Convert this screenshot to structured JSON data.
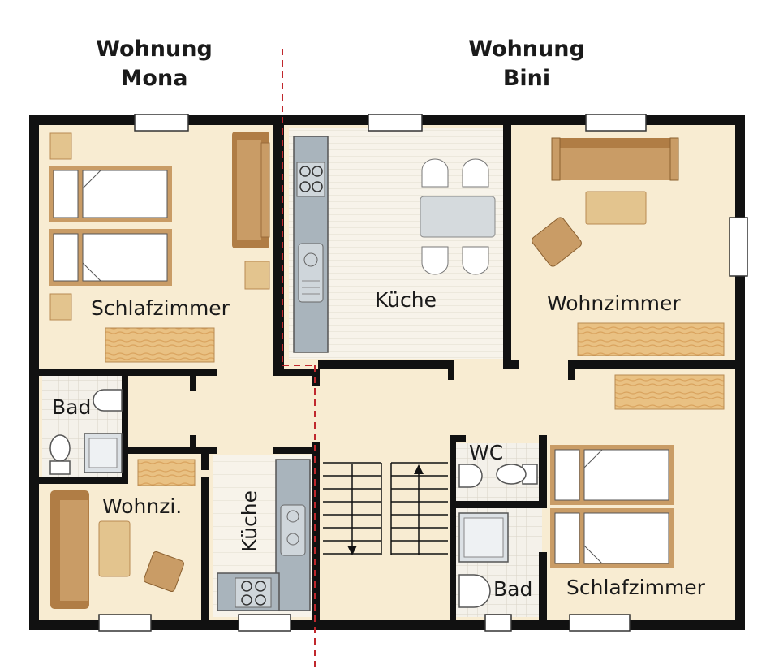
{
  "apartments": {
    "left": {
      "line1": "Wohnung",
      "line2": "Mona"
    },
    "right": {
      "line1": "Wohnung",
      "line2": "Bini"
    }
  },
  "rooms": {
    "mona_bedroom": "Schlafzimmer",
    "mona_bath": "Bad",
    "mona_living": "Wohnzi.",
    "mona_kitchen": "Küche",
    "bini_kitchen": "Küche",
    "bini_living": "Wohnzimmer",
    "bini_wc": "WC",
    "bini_bath": "Bad",
    "bini_bedroom": "Schlafzimmer"
  },
  "colors": {
    "wall": "#111111",
    "floor": "#f8ecd2",
    "kitchen_floor": "#f7f3ea",
    "tile": "#f4f1ea",
    "furniture": "#c99c66",
    "furniture_light": "#e3c48e",
    "steel": "#a9b4bc",
    "divider": "#c0282d"
  }
}
